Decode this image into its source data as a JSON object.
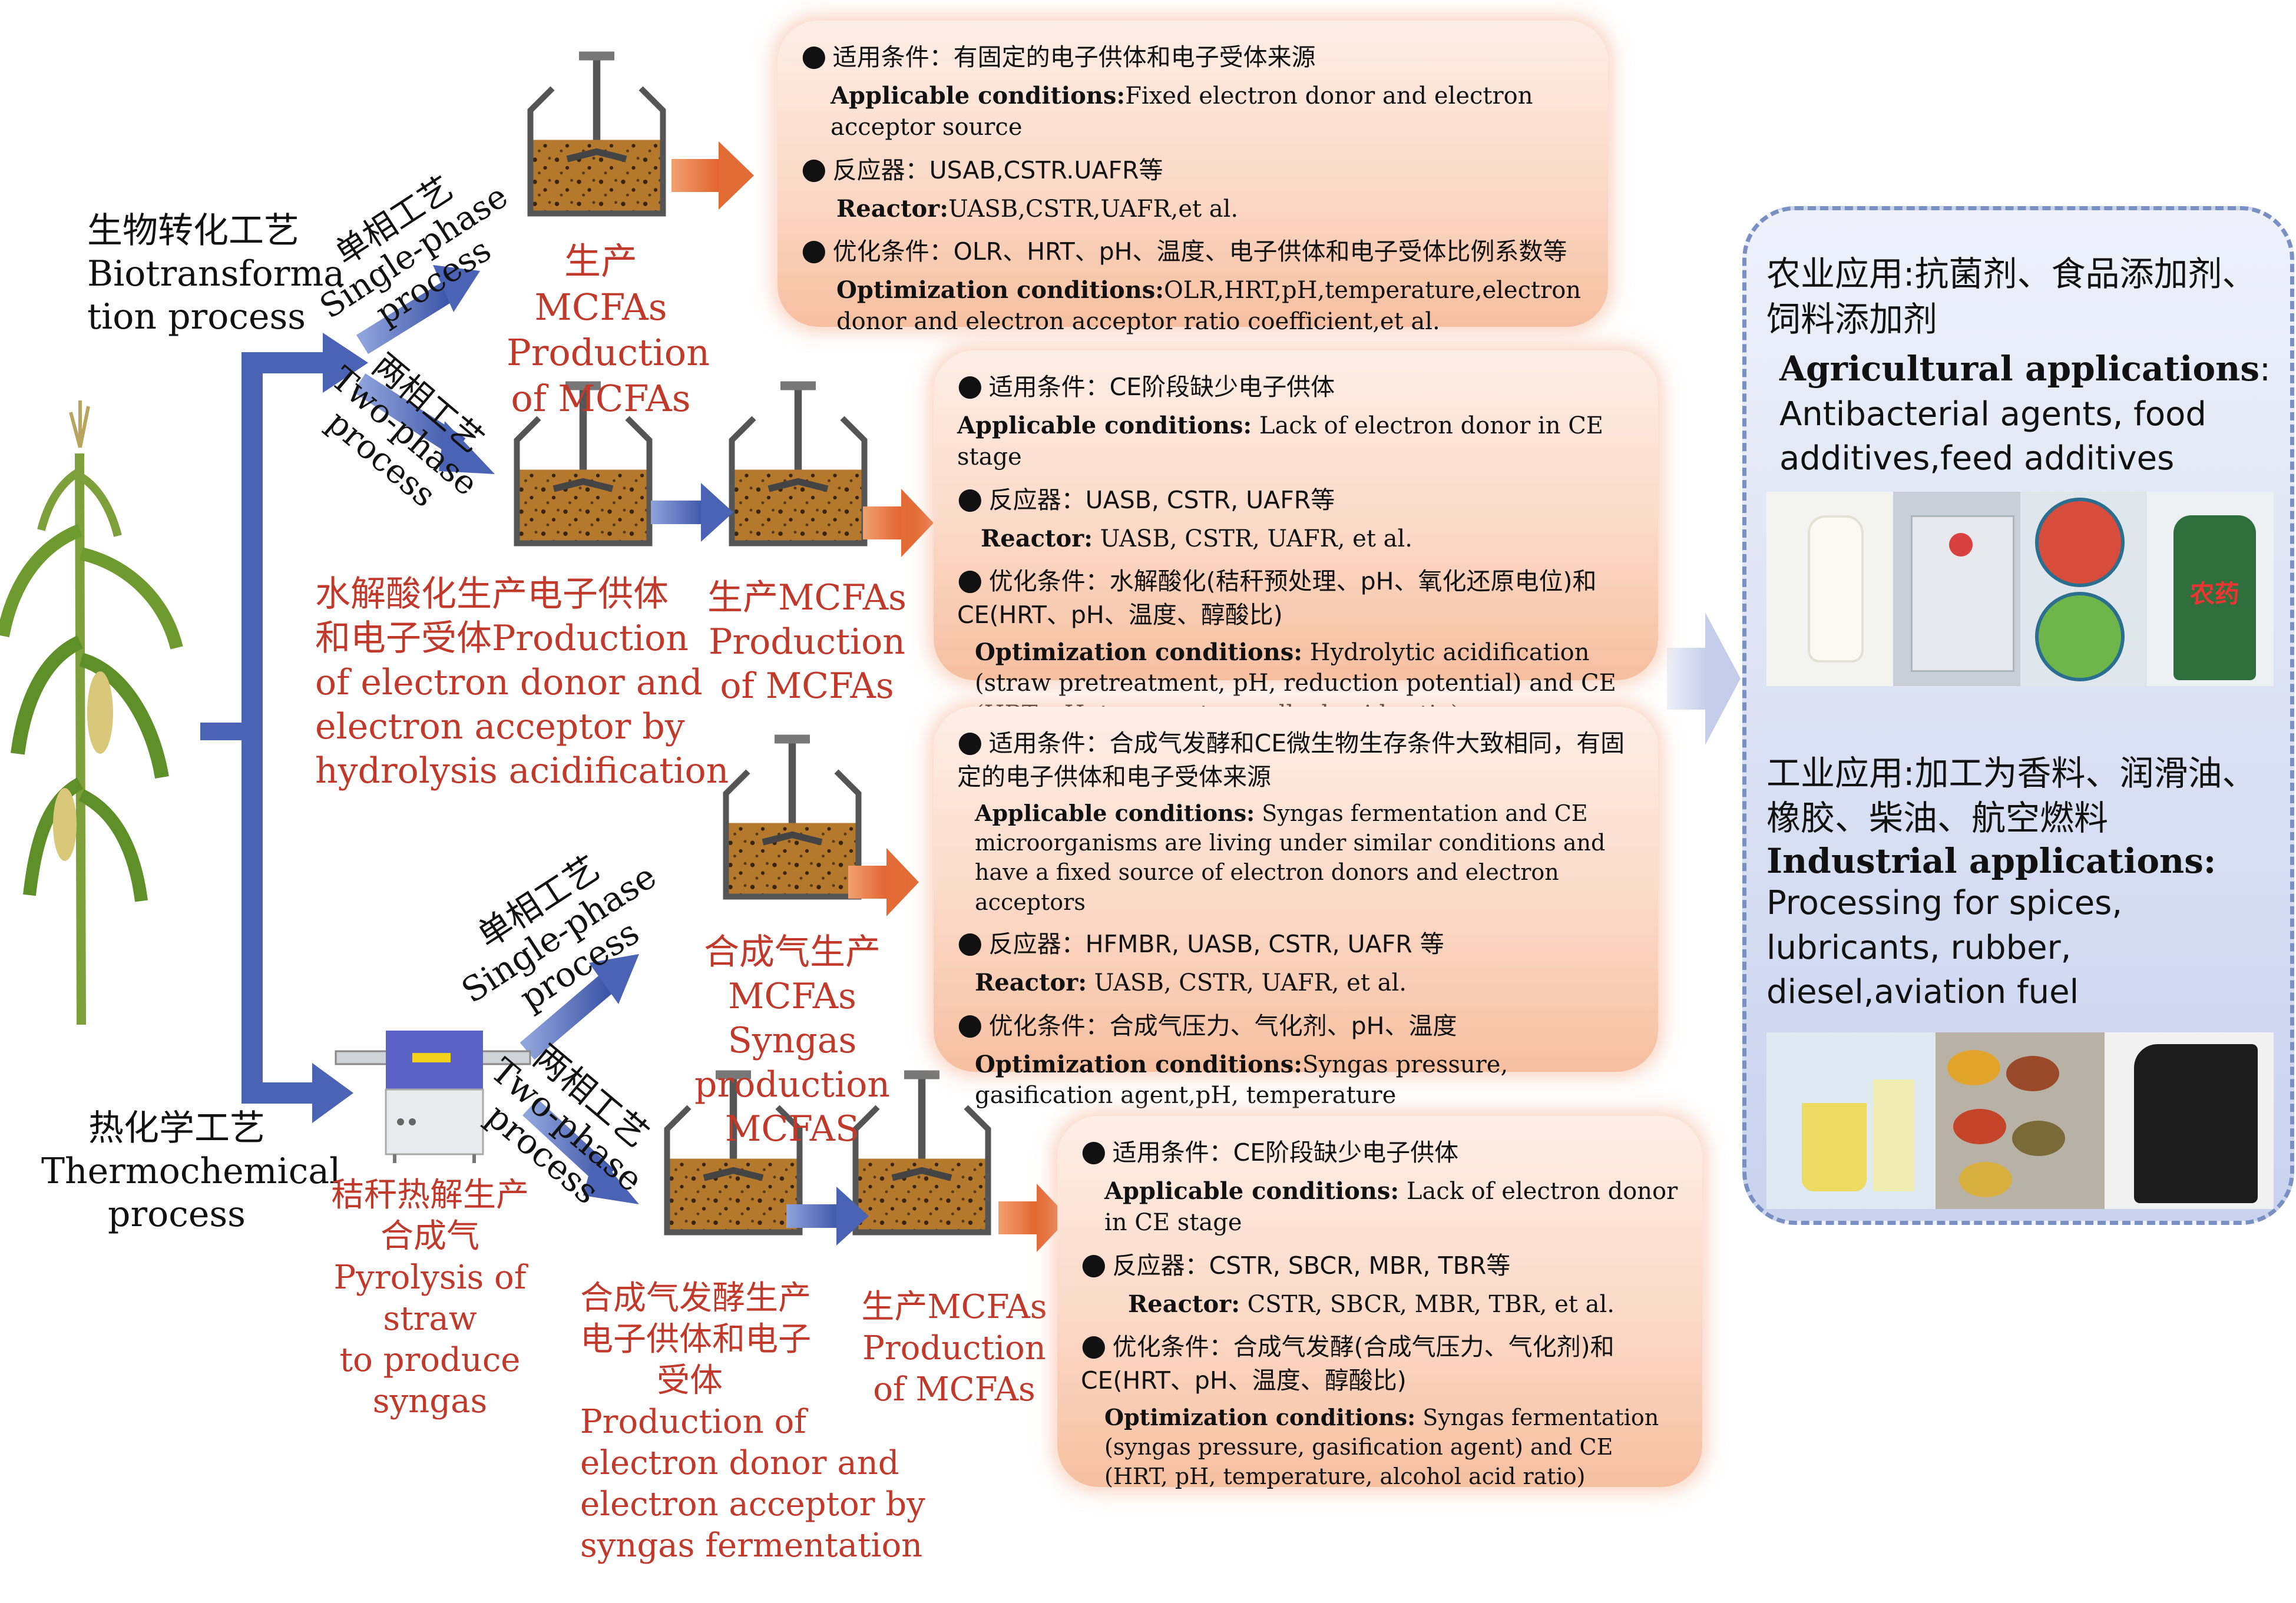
{
  "left": {
    "bio_cn": "生物转化工艺",
    "bio_en_1": "Biotransforma",
    "bio_en_2": "tion process",
    "thermo_cn": "热化学工艺",
    "thermo_en_1": "Thermochemical",
    "thermo_en_2": "process"
  },
  "bio_branch": {
    "single_cn": "单相工艺",
    "single_en_1": "Single-phase",
    "single_en_2": "process",
    "two_cn": "两相工艺",
    "two_en_1": "Two-phase",
    "two_en_2": "process",
    "single_product": [
      "生产MCFAs",
      "Production",
      "of MCFAs"
    ],
    "two_step1": [
      "水解酸化生产电子供体",
      "和电子受体Production",
      "of electron donor and",
      "electron acceptor by",
      "hydrolysis acidification"
    ],
    "two_product": [
      "生产MCFAs",
      "Production",
      "of MCFAs"
    ]
  },
  "thermo_branch": {
    "pyro_1": "秸秆热解生产",
    "pyro_2": "合成气",
    "pyro_3": "Pyrolysis of straw",
    "pyro_4": "to produce syngas",
    "single_cn": "单相工艺",
    "single_en_1": "Single-phase",
    "single_en_2": "process",
    "two_cn": "两相工艺",
    "two_en_1": "Two-phase",
    "two_en_2": "process",
    "syngas_product": [
      "合成气生产",
      "MCFAs",
      "Syngas production",
      "MCFAS"
    ],
    "two_step1": [
      "合成气发酵生产",
      "电子供体和电子",
      "受体",
      "Production of",
      "electron donor and",
      "electron acceptor by",
      "syngas fermentation"
    ],
    "two_product": [
      "生产MCFAs",
      "Production",
      "of MCFAs"
    ]
  },
  "box1": {
    "c1": "适用条件：有固定的电子供体和电子受体来源",
    "e1_b": "Applicable conditions:",
    "e1_t": "Fixed electron donor and electron acceptor source",
    "c2": "反应器：USAB,CSTR.UAFR等",
    "e2_b": "Reactor:",
    "e2_t": "UASB,CSTR,UAFR,et al.",
    "c3": "优化条件：OLR、HRT、pH、温度、电子供体和电子受体比例系数等",
    "e3_b": "Optimization conditions:",
    "e3_t": "OLR,HRT,pH,temperature,electron donor and electron acceptor ratio coefficient,et al."
  },
  "box2": {
    "c1": "适用条件：CE阶段缺少电子供体",
    "e1_b": "Applicable conditions:",
    "e1_t": " Lack of electron donor in CE stage",
    "c2": "反应器：UASB, CSTR, UAFR等",
    "e2_b": "Reactor:",
    "e2_t": " UASB, CSTR, UAFR, et al.",
    "c3": "优化条件：水解酸化(秸秆预处理、pH、氧化还原电位)和CE(HRT、pH、温度、醇酸比)",
    "e3_b": "Optimization conditions:",
    "e3_t": " Hydrolytic acidification (straw pretreatment, pH, reduction potential) and CE (HRT, pH, temperature, alkyd-acid ratio)"
  },
  "box3": {
    "c1": "适用条件：合成气发酵和CE微生物生存条件大致相同，有固定的电子供体和电子受体来源",
    "e1_b": "Applicable conditions:",
    "e1_t": " Syngas fermentation and CE microorganisms are living under similar conditions and have a fixed source of electron donors and electron acceptors",
    "c2": "反应器：HFMBR, UASB, CSTR, UAFR 等",
    "e2_b": "Reactor:",
    "e2_t": " UASB, CSTR, UAFR, et al.",
    "c3": "优化条件：合成气压力、气化剂、pH、温度",
    "e3_b": "Optimization conditions:",
    "e3_t": "Syngas pressure, gasification agent,pH, temperature"
  },
  "box4": {
    "c1": "适用条件：CE阶段缺少电子供体",
    "e1_b": "Applicable conditions:",
    "e1_t": " Lack of electron donor in CE stage",
    "c2": "反应器：CSTR, SBCR, MBR, TBR等",
    "e2_b": "Reactor:",
    "e2_t": " CSTR, SBCR, MBR, TBR, et al.",
    "c3": "优化条件：合成气发酵(合成气压力、气化剂)和CE(HRT、pH、温度、醇酸比)",
    "e3_b": "Optimization conditions:",
    "e3_t": " Syngas fermentation (syngas pressure, gasification agent) and CE (HRT, pH, temperature, alcohol acid ratio)"
  },
  "panel": {
    "agri_cn": "农业应用:抗菌剂、食品添加剂、饲料添加剂",
    "agri_hd": "Agricultural applications",
    "agri_en": "Antibacterial agents, food additives,feed additives",
    "pesticide_label": "农药",
    "ind_cn": "工业应用:加工为香料、润滑油、橡胶、柴油、航空燃料",
    "ind_hd": "Industrial applications:",
    "ind_en": "Processing  for spices, lubricants, rubber, diesel,aviation fuel"
  },
  "colors": {
    "arrow_blue": "#4a63b4",
    "arrow_orange": "#ea7a45",
    "label_red": "#c0392b",
    "panel_border": "#7a90c2"
  }
}
